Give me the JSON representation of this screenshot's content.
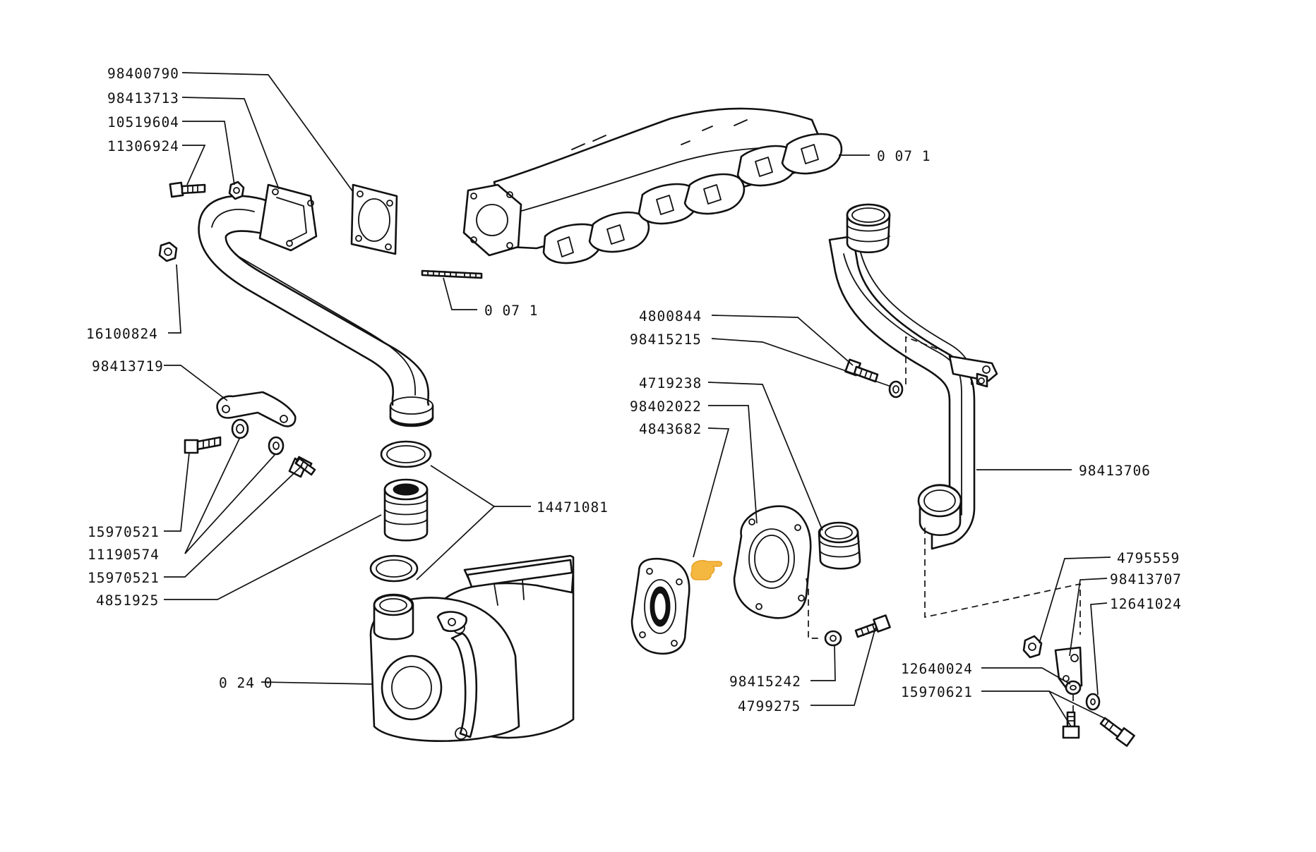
{
  "labels": {
    "p98400790": "98400790",
    "p98413713": "98413713",
    "p10519604": "10519604",
    "p11306924": "11306924",
    "p16100824": "16100824",
    "p98413719": "98413719",
    "p15970521_a": "15970521",
    "p11190574": "11190574",
    "p15970521_b": "15970521",
    "p4851925": "4851925",
    "p14471081": "14471081",
    "p0240": "0 24 0",
    "p0071_top": "0 07 1",
    "p0071_stud": "0 07 1",
    "p4800844": "4800844",
    "p98415215": "98415215",
    "p4719238": "4719238",
    "p98402022": "98402022",
    "p4843682": "4843682",
    "p98413706": "98413706",
    "p98415242": "98415242",
    "p4799275": "4799275",
    "p4795559": "4795559",
    "p98413707": "98413707",
    "p12641024": "12641024",
    "p12640024": "12640024",
    "p15970621": "15970621"
  },
  "colors": {
    "line": "#111111",
    "background": "#ffffff",
    "pointer_hand": "#f4b740"
  },
  "icons": {
    "pointer": "pointing-hand-icon"
  }
}
